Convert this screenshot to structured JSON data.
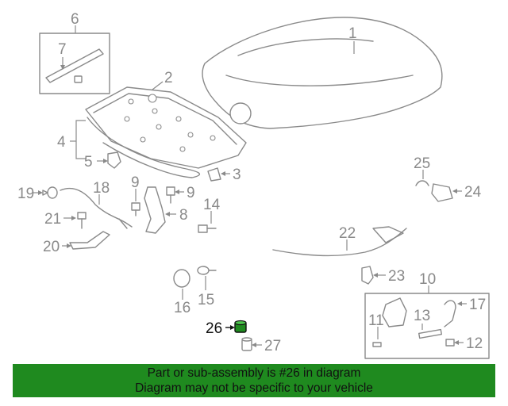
{
  "callouts": {
    "c1": "1",
    "c2": "2",
    "c3": "3",
    "c4": "4",
    "c5": "5",
    "c6": "6",
    "c7": "7",
    "c8": "8",
    "c9a": "9",
    "c9b": "9",
    "c10": "10",
    "c11": "11",
    "c12": "12",
    "c13": "13",
    "c14": "14",
    "c15": "15",
    "c16": "16",
    "c17": "17",
    "c18": "18",
    "c19": "19",
    "c20": "20",
    "c21": "21",
    "c22": "22",
    "c23": "23",
    "c24": "24",
    "c25": "25",
    "c26": "26",
    "c27": "27"
  },
  "highlight": {
    "part_number": "26",
    "color": "#1f8a1f"
  },
  "footer": {
    "line1": "Part or sub-assembly is #26 in diagram",
    "line2": "Diagram may not be specific to your vehicle",
    "background": "#1f8a1f"
  }
}
